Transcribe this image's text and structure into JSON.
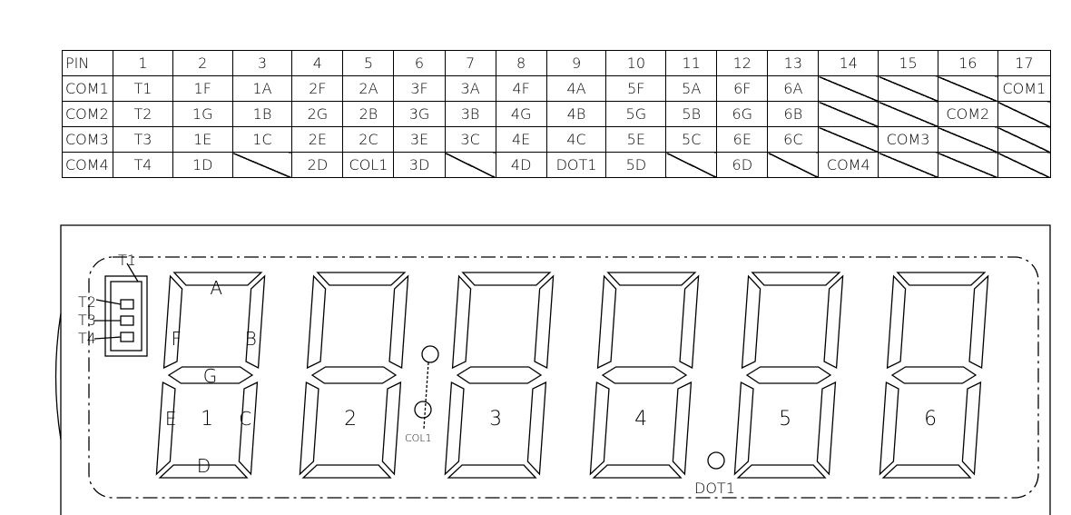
{
  "pin_table": {
    "rows": [
      [
        "PIN",
        "1",
        "2",
        "3",
        "4",
        "5",
        "6",
        "7",
        "8",
        "9",
        "10",
        "11",
        "12",
        "13",
        "14",
        "15",
        "16",
        "17"
      ],
      [
        "COM1",
        "T1",
        "1F",
        "1A",
        "2F",
        "2A",
        "3F",
        "3A",
        "4F",
        "4A",
        "5F",
        "5A",
        "6F",
        "6A",
        "",
        "",
        "",
        "COM1"
      ],
      [
        "COM2",
        "T2",
        "1G",
        "1B",
        "2G",
        "2B",
        "3G",
        "3B",
        "4G",
        "4B",
        "5G",
        "5B",
        "6G",
        "6B",
        "",
        "",
        "COM2",
        ""
      ],
      [
        "COM3",
        "T3",
        "1E",
        "1C",
        "2E",
        "2C",
        "3E",
        "3C",
        "4E",
        "4C",
        "5E",
        "5C",
        "6E",
        "6C",
        "",
        "COM3",
        "",
        ""
      ],
      [
        "COM4",
        "T4",
        "1D",
        "",
        "2D",
        "COL1",
        "3D",
        "",
        "4D",
        "DOT1",
        "5D",
        "",
        "6D",
        "",
        "COM4",
        "",
        "",
        ""
      ]
    ]
  },
  "lcd": {
    "indicator_labels": [
      "T1",
      "T2",
      "T3",
      "T4"
    ],
    "segment_labels": [
      "A",
      "B",
      "C",
      "D",
      "E",
      "F",
      "G"
    ],
    "digit_numbers": [
      "1",
      "2",
      "3",
      "4",
      "5",
      "6"
    ],
    "colon_label": "COL1",
    "dot_label": "DOT1"
  }
}
